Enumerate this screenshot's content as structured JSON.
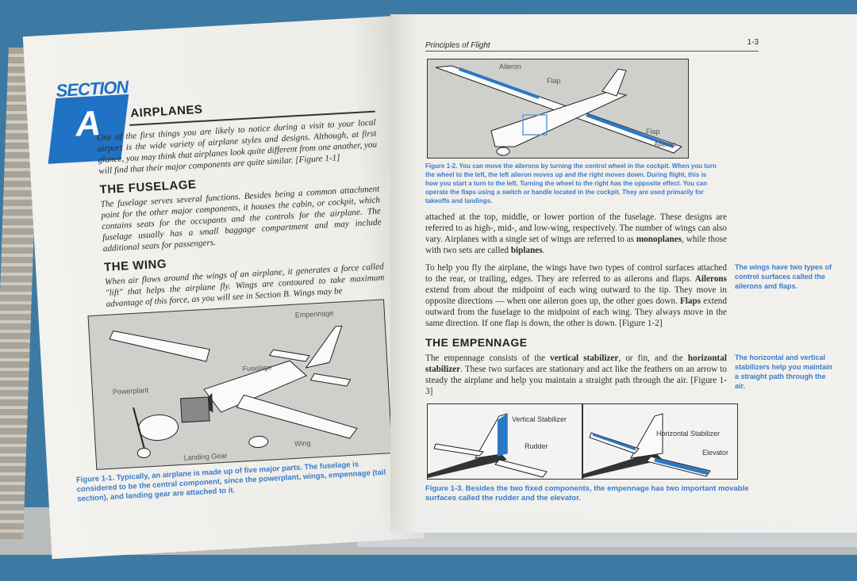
{
  "left_page": {
    "section_word": "SECTION",
    "section_letter": "A",
    "title": "AIRPLANES",
    "intro": "One of the first things you are likely to notice during a visit to your local airport is the wide variety of airplane styles and designs. Although, at first glance, you may think that airplanes look quite different from one another, you will find that their major components are quite similar. [Figure 1-1]",
    "fuselage_heading": "THE FUSELAGE",
    "fuselage_text": "The fuselage serves several functions. Besides being a common attachment point for the other major components, it houses the cabin, or cockpit, which contains seats for the occupants and the controls for the airplane. The fuselage usually has a small baggage compartment and may include additional seats for passengers.",
    "wing_heading": "THE WING",
    "wing_text": "When air flows around the wings of an airplane, it generates a force called \"lift\" that helps the airplane fly. Wings are contoured to take maximum advantage of this force, as you will see in Section B. Wings may be",
    "figure": {
      "labels": {
        "empennage": "Empennage",
        "fuselage": "Fuselage",
        "powerplant": "Powerplant",
        "wing": "Wing",
        "landing_gear": "Landing Gear"
      },
      "caption": "Figure 1-1. Typically, an airplane is made up of five major parts. The fuselage is considered to be the central component, since the powerplant, wings, empennage (tail section), and landing gear are attached to it."
    }
  },
  "right_page": {
    "running_head": "Principles of Flight",
    "page_number": "1-3",
    "figure2": {
      "labels": {
        "aileron_top": "Aileron",
        "flap_top": "Flap",
        "flap_right": "Flap",
        "aileron_right": "Aileron"
      },
      "caption": "Figure 1-2. You can move the ailerons by turning the control wheel in the cockpit. When you turn the wheel to the left, the left aileron moves up and the right moves down. During flight, this is how you start a turn to the left. Turning the wheel to the right has the opposite effect. You can operate the flaps using a switch or handle located in the cockpit. They are used primarily for takeoffs and landings."
    },
    "para1_a": "attached at the top, middle, or lower portion of the fuselage. These designs are referred to as high-, mid-, and low-wing, respectively. The number of wings can also vary. Airplanes with a single set of wings are referred to as ",
    "para1_b": "monoplanes",
    "para1_c": ", while those with two sets are called ",
    "para1_d": "biplanes",
    "para1_e": ".",
    "para2_a": "To help you fly the airplane, the wings have two types of control surfaces attached to the rear, or trailing, edges. They are referred to as ailerons and flaps. ",
    "para2_b": "Ailerons",
    "para2_c": " extend from about the midpoint of each wing outward to the tip. They move in opposite directions — when one aileron goes up, the other goes down. ",
    "para2_d": "Flaps",
    "para2_e": " extend outward from the fuselage to the midpoint of each wing. They always move in the same direction. If one flap is down, the other is down. [Figure 1-2]",
    "note1": "The wings have two types of control surfaces called the ailerons and flaps.",
    "empennage_heading": "THE EMPENNAGE",
    "para3_a": "The empennage consists of the ",
    "para3_b": "vertical stabilizer",
    "para3_c": ", or fin, and the ",
    "para3_d": "horizontal stabilizer",
    "para3_e": ". These two surfaces are stationary and act like the feathers on an arrow to steady the airplane and help you maintain a straight path through the air. [Figure 1-3]",
    "note2": "The horizontal and vertical stabilizers help you maintain a straight path through the air.",
    "figure3": {
      "labels": {
        "vertical_stabilizer": "Vertical Stabilizer",
        "rudder": "Rudder",
        "horizontal_stabilizer": "Horizontal Stabilizer",
        "elevator": "Elevator"
      },
      "caption": "Figure 1-3. Besides the two fixed components, the empennage has two important movable surfaces called the rudder and the elevator."
    }
  },
  "colors": {
    "accent_blue": "#1f72c4",
    "caption_blue": "#3a7cc9",
    "background": "#3d7aa3"
  }
}
